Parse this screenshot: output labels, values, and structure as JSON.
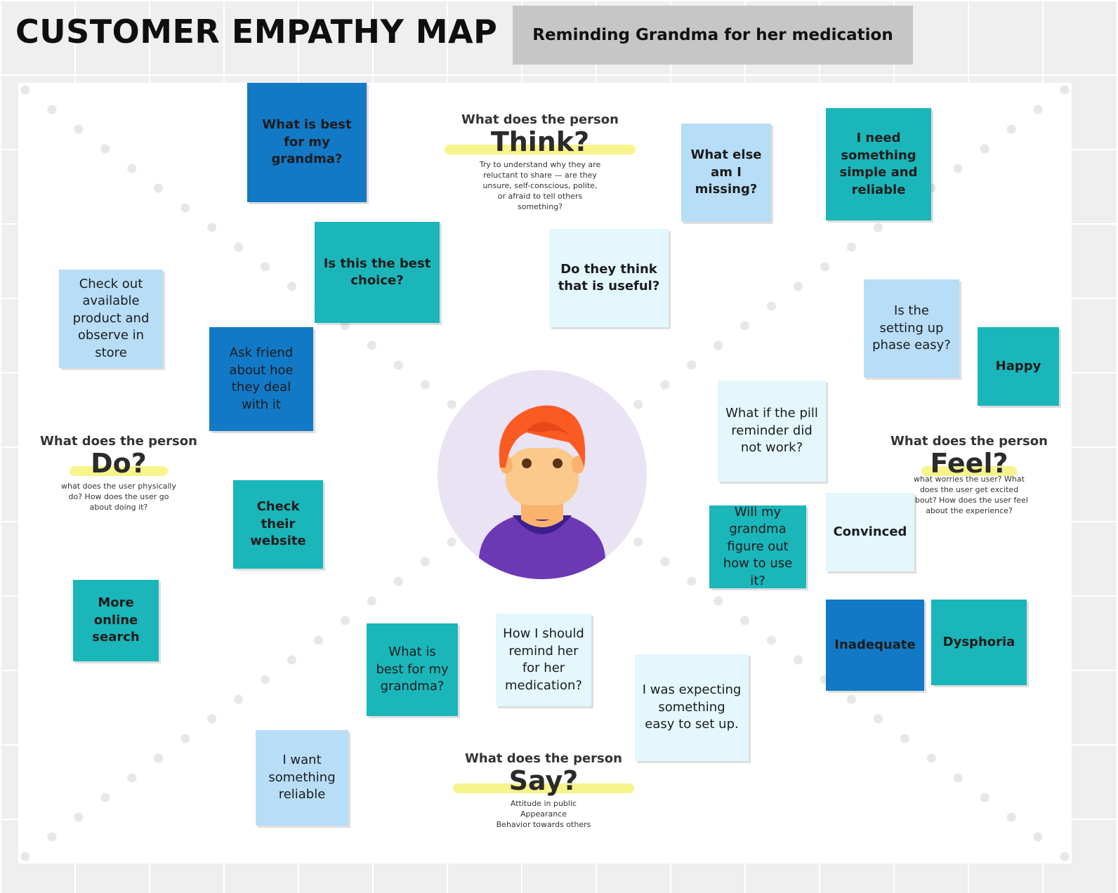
{
  "header": {
    "title": "CUSTOMER EMPATHY MAP",
    "subtitle": "Reminding Grandma for her medication"
  },
  "sections": {
    "think": {
      "question": "What does the person",
      "keyword": "Think?",
      "description": [
        "Try to understand why they are",
        "reluctant to share — are they",
        "unsure, self-conscious, polite,",
        "or afraid to tell others",
        "something?"
      ]
    },
    "do": {
      "question": "What does the person",
      "keyword": "Do?",
      "description": [
        "what does the user physically",
        "do? How does the user go",
        "about doing it?"
      ]
    },
    "feel": {
      "question": "What does the person",
      "keyword": "Feel?",
      "description": [
        "what worries the user? What",
        "does the user get excited",
        "about? How does the user feel",
        "about the experience?"
      ]
    },
    "say": {
      "question": "What does the person",
      "keyword": "Say?",
      "description": [
        "Attitude in public",
        "Appearance",
        "Behavior towards others"
      ]
    }
  },
  "notes": {
    "best_for_grandma_think": "What is best for my grandma?",
    "what_else_missing": "What else am I missing?",
    "need_simple_reliable": "I need something simple and reliable",
    "best_choice": "Is this the best choice?",
    "think_useful": "Do they think that is useful?",
    "check_store": "Check out available product and observe in store",
    "ask_friend": "Ask friend about hoe they deal with it",
    "setup_easy": "Is the setting up phase easy?",
    "happy": "Happy",
    "pill_reminder": "What if the pill reminder did not work?",
    "check_website": "Check their website",
    "grandma_figure_out": "Will my grandma figure out how to use it?",
    "convinced": "Convinced",
    "more_online_search": "More online search",
    "inadequate": "Inadequate",
    "dysphoria": "Dysphoria",
    "best_for_grandma_say": "What is best for my grandma?",
    "how_remind": "How I should remind her for her medication?",
    "expecting_easy": "I was expecting something easy to set up.",
    "want_reliable": "I want something reliable"
  },
  "colors": {
    "dark_blue": "#1279c6",
    "teal": "#1ab6ba",
    "light_blue": "#b7ddf7",
    "pale_blue": "#e3f7fd",
    "highlight_yellow": "#f7f48c",
    "avatar_circle": "#e9e3f3",
    "hair": "#fc5a23",
    "skin": "#fbc98b",
    "shirt": "#6c39b5"
  },
  "icons": [
    "person-avatar-icon"
  ]
}
